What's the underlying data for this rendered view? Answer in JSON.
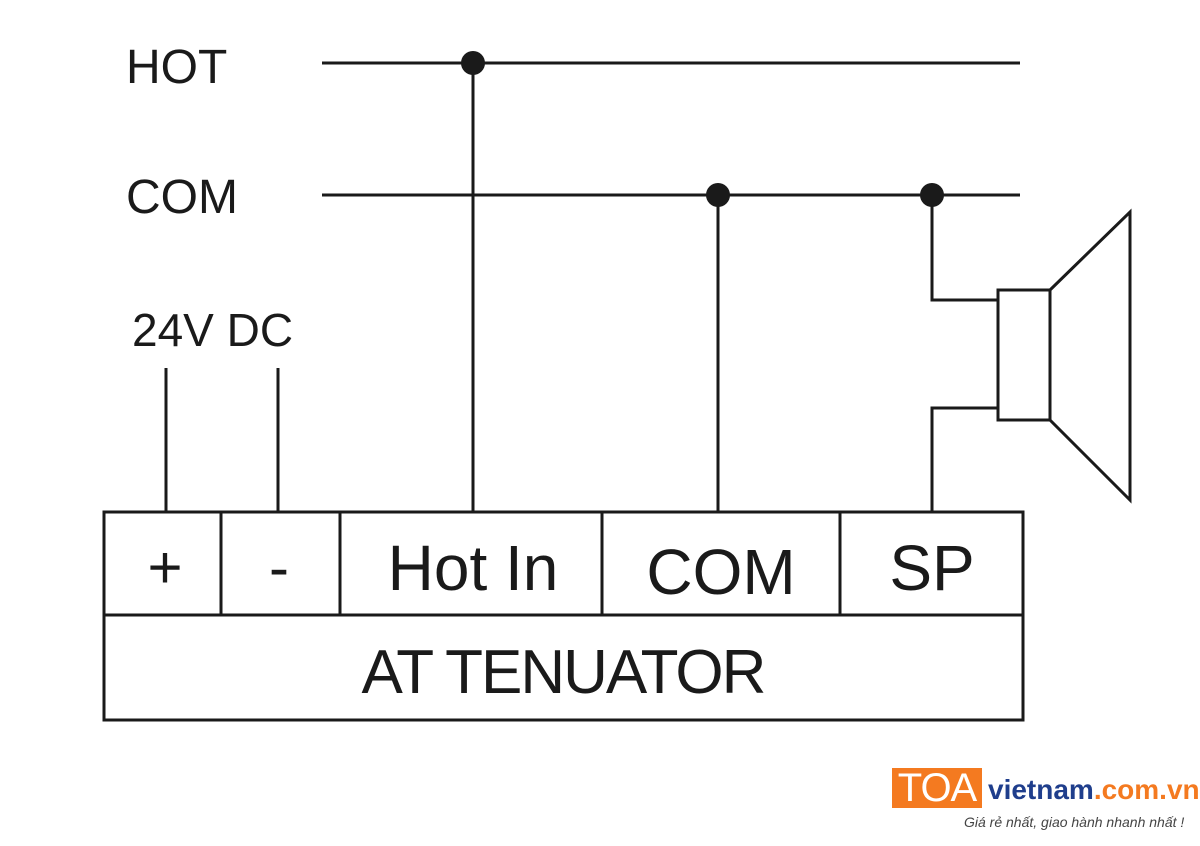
{
  "bus_labels": {
    "hot": "HOT",
    "com": "COM"
  },
  "power_label": "24V DC",
  "terminals": [
    "+",
    "-",
    "Hot In",
    "COM",
    "SP"
  ],
  "device_name": "AT TENUATOR",
  "logo": {
    "brand": "TOA",
    "domain_part1": "vietnam",
    "domain_part2": ".com.vn",
    "slogan": "Giá rẻ nhất, giao hành nhanh nhất !",
    "brand_color": "#f47a20",
    "domain_color": "#1f3e8c"
  },
  "colors": {
    "ink": "#1a1a1a",
    "background": "#ffffff"
  }
}
